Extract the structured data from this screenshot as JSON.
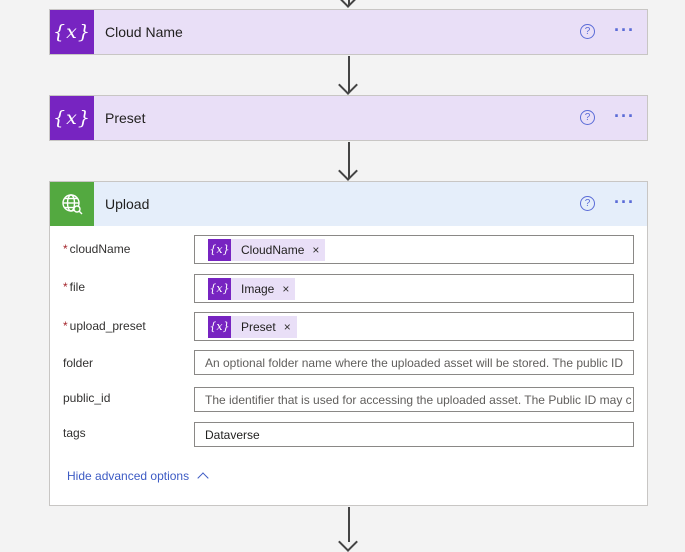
{
  "steps": [
    {
      "title": "Cloud Name",
      "icon": "variable-icon"
    },
    {
      "title": "Preset",
      "icon": "variable-icon"
    }
  ],
  "upload": {
    "title": "Upload",
    "icon": "globe-http-icon",
    "fields": [
      {
        "label": "cloudName",
        "required": true,
        "token": "CloudName"
      },
      {
        "label": "file",
        "required": true,
        "token": "Image"
      },
      {
        "label": "upload_preset",
        "required": true,
        "token": "Preset"
      },
      {
        "label": "folder",
        "required": false,
        "placeholder": "An optional folder name where the uploaded asset will be stored. The public ID"
      },
      {
        "label": "public_id",
        "required": false,
        "placeholder": "The identifier that is used for accessing the uploaded asset. The Public ID may c"
      },
      {
        "label": "tags",
        "required": false,
        "value": "Dataverse"
      }
    ],
    "advanced_label": "Hide advanced options"
  },
  "glyphs": {
    "variable": "{x}",
    "help": "?",
    "more": "···",
    "close": "×",
    "required": "*"
  },
  "colors": {
    "variable": "#7724c1",
    "http": "#53a940",
    "link": "#3d5bc4",
    "required": "#a4262c"
  }
}
